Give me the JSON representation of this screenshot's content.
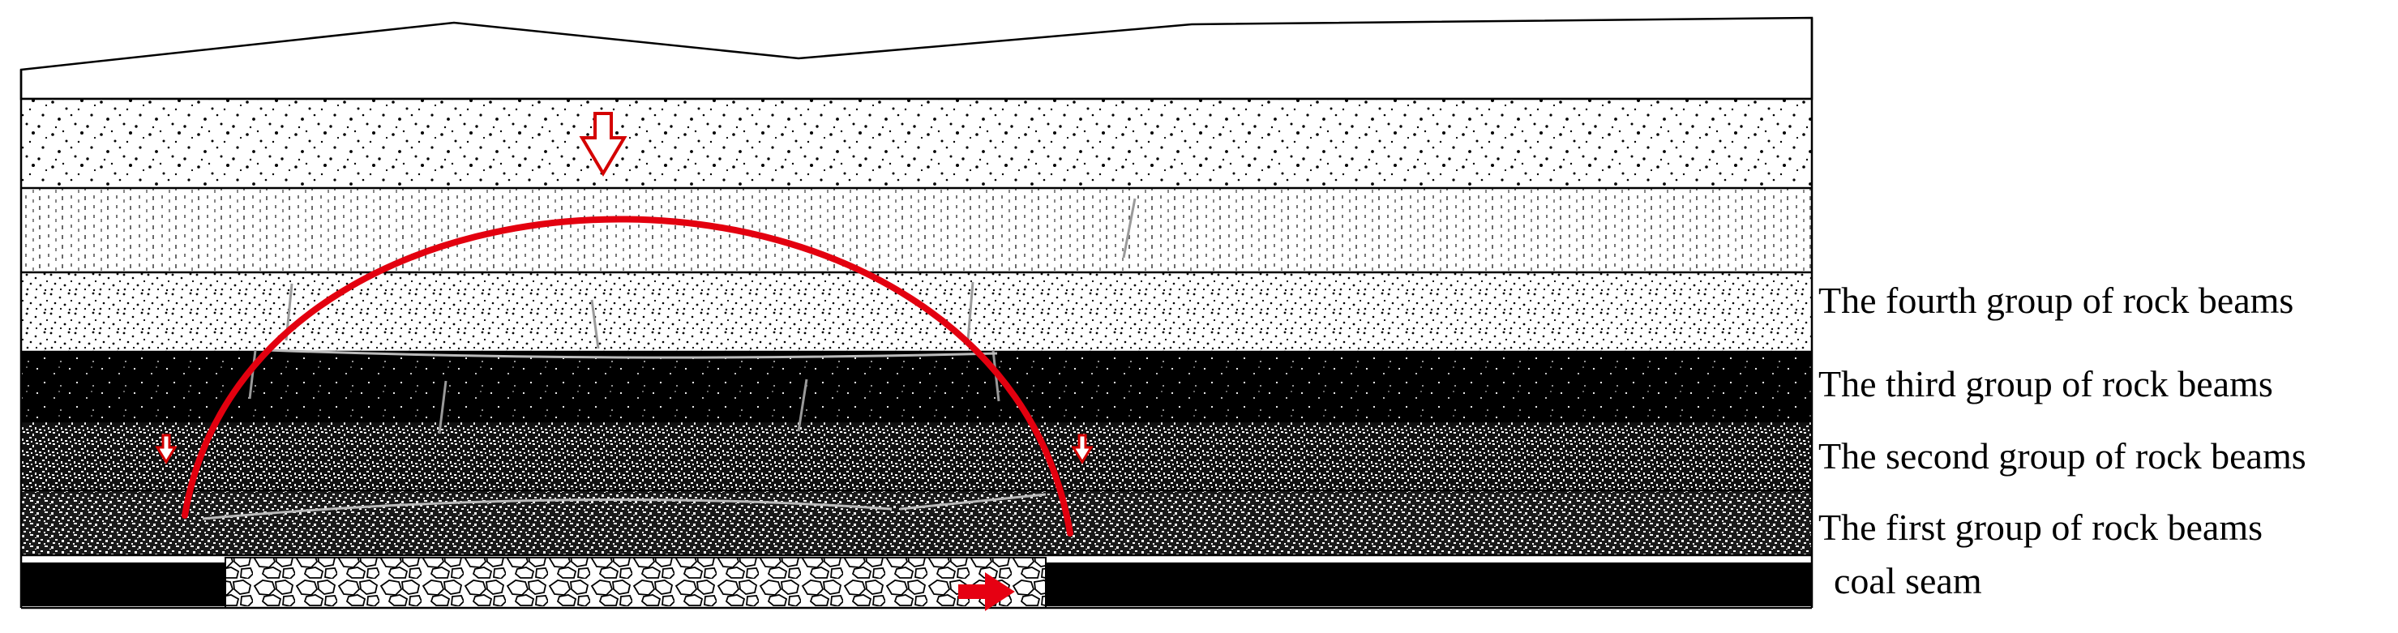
{
  "colors": {
    "arch": "#e3000f",
    "arrow_outline": "#d40000",
    "arrow_fill": "#e60012",
    "rock_dark": "#000000",
    "rock_light": "#ffffff",
    "outline": "#000000"
  },
  "labels": {
    "fourth": "The fourth group of rock beams",
    "third": "The third group of rock beams",
    "second": "The second group of rock beams",
    "first": "The first group of rock beams",
    "coal": "coal seam"
  },
  "arrows": {
    "top_load": "hollow-down-arrow",
    "left_load": "hollow-down-arrow",
    "right_load": "hollow-down-arrow",
    "advance": "solid-right-arrow"
  }
}
